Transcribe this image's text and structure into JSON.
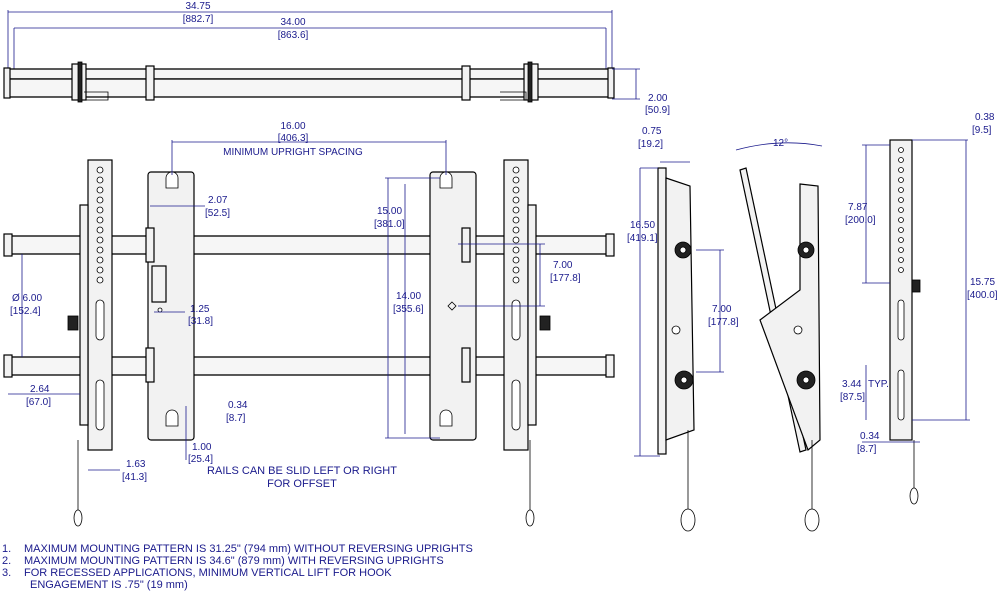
{
  "dimensions": {
    "overall_width": {
      "in": "34.75",
      "mm": "[882.7]"
    },
    "rail_width": {
      "in": "34.00",
      "mm": "[863.6]"
    },
    "rail_depth": {
      "in": "2.00",
      "mm": "[50.9]"
    },
    "upright_spacing": {
      "in": "16.00",
      "mm": "[406.3]",
      "label": "MINIMUM UPRIGHT SPACING"
    },
    "hook_offset": {
      "in": "2.07",
      "mm": "[52.5]"
    },
    "rail_dia": {
      "in": "Ø 6.00",
      "mm": "[152.4]"
    },
    "bracket_offset": {
      "in": "1.25",
      "mm": "[31.8]"
    },
    "height_15": {
      "in": "15.00",
      "mm": "[381.0]"
    },
    "height_14": {
      "in": "14.00",
      "mm": "[355.6]"
    },
    "spacing_7": {
      "in": "7.00",
      "mm": "[177.8]"
    },
    "left_264": {
      "in": "2.64",
      "mm": "[67.0]"
    },
    "slot_034": {
      "in": "0.34",
      "mm": "[8.7]"
    },
    "slot_100": {
      "in": "1.00",
      "mm": "[25.4]"
    },
    "bottom_163": {
      "in": "1.63",
      "mm": "[41.3]"
    },
    "side_075": {
      "in": "0.75",
      "mm": "[19.2]"
    },
    "side_1650": {
      "in": "16.50",
      "mm": "[419.1]"
    },
    "side_700": {
      "in": "7.00",
      "mm": "[177.8]"
    },
    "tilt": {
      "deg": "12°"
    },
    "right_038": {
      "in": "0.38",
      "mm": "[9.5]"
    },
    "right_787": {
      "in": "7.87",
      "mm": "[200.0]"
    },
    "right_1575": {
      "in": "15.75",
      "mm": "[400.0]"
    },
    "right_344": {
      "in": "3.44",
      "typ": "TYP.",
      "mm": "[87.5]"
    },
    "right_034": {
      "in": "0.34",
      "mm": "[8.7]"
    }
  },
  "callout": {
    "line1": "RAILS CAN BE SLID LEFT OR RIGHT",
    "line2": "FOR OFFSET"
  },
  "notes": [
    {
      "num": "1.",
      "text": "MAXIMUM MOUNTING PATTERN IS 31.25\" (794 mm) WITHOUT REVERSING UPRIGHTS"
    },
    {
      "num": "2.",
      "text": "MAXIMUM MOUNTING PATTERN IS 34.6\" (879 mm) WITH REVERSING UPRIGHTS"
    },
    {
      "num": "3.",
      "text": "FOR RECESSED APPLICATIONS, MINIMUM VERTICAL LIFT FOR HOOK"
    },
    {
      "num": "",
      "text": "ENGAGEMENT IS .75\" (19 mm)"
    }
  ]
}
